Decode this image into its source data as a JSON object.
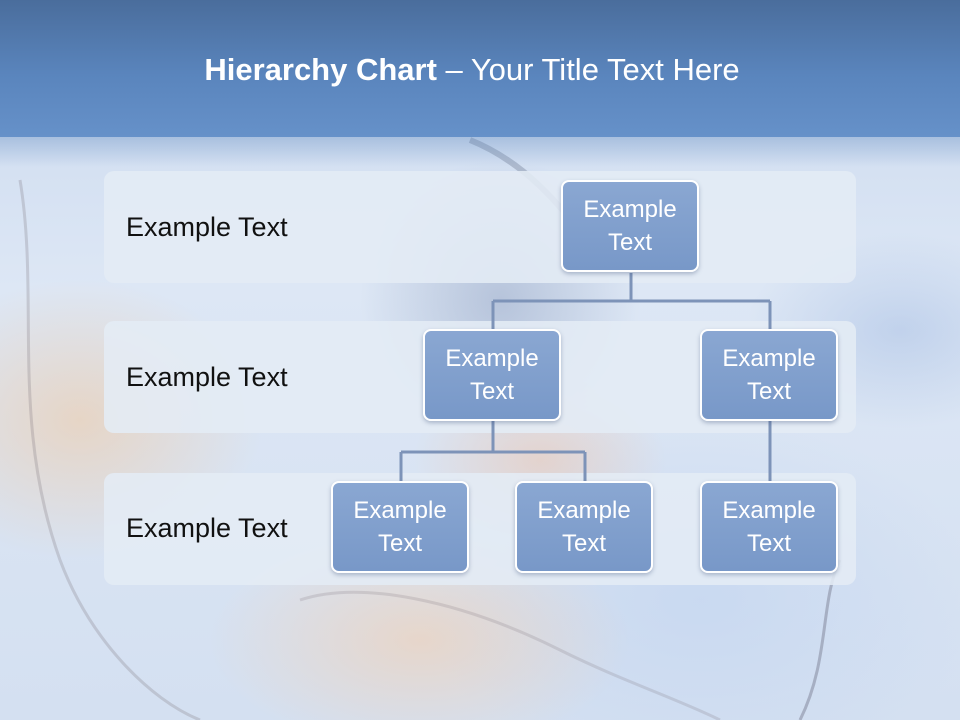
{
  "slide": {
    "title_bold": "Hierarchy Chart",
    "title_rest": " – Your Title Text Here"
  },
  "levels": [
    {
      "label": "Example Text"
    },
    {
      "label": "Example Text"
    },
    {
      "label": "Example Text"
    }
  ],
  "nodes": {
    "root": "Example Text",
    "mid_left": "Example Text",
    "mid_right": "Example Text",
    "leaf_1": "Example Text",
    "leaf_2": "Example Text",
    "leaf_3": "Example Text"
  },
  "colors": {
    "header": "#5a85bd",
    "node_fill": "#7f9fcc",
    "node_border": "#ffffff",
    "connector": "#7d93b8",
    "band": "#e4ecf5"
  }
}
